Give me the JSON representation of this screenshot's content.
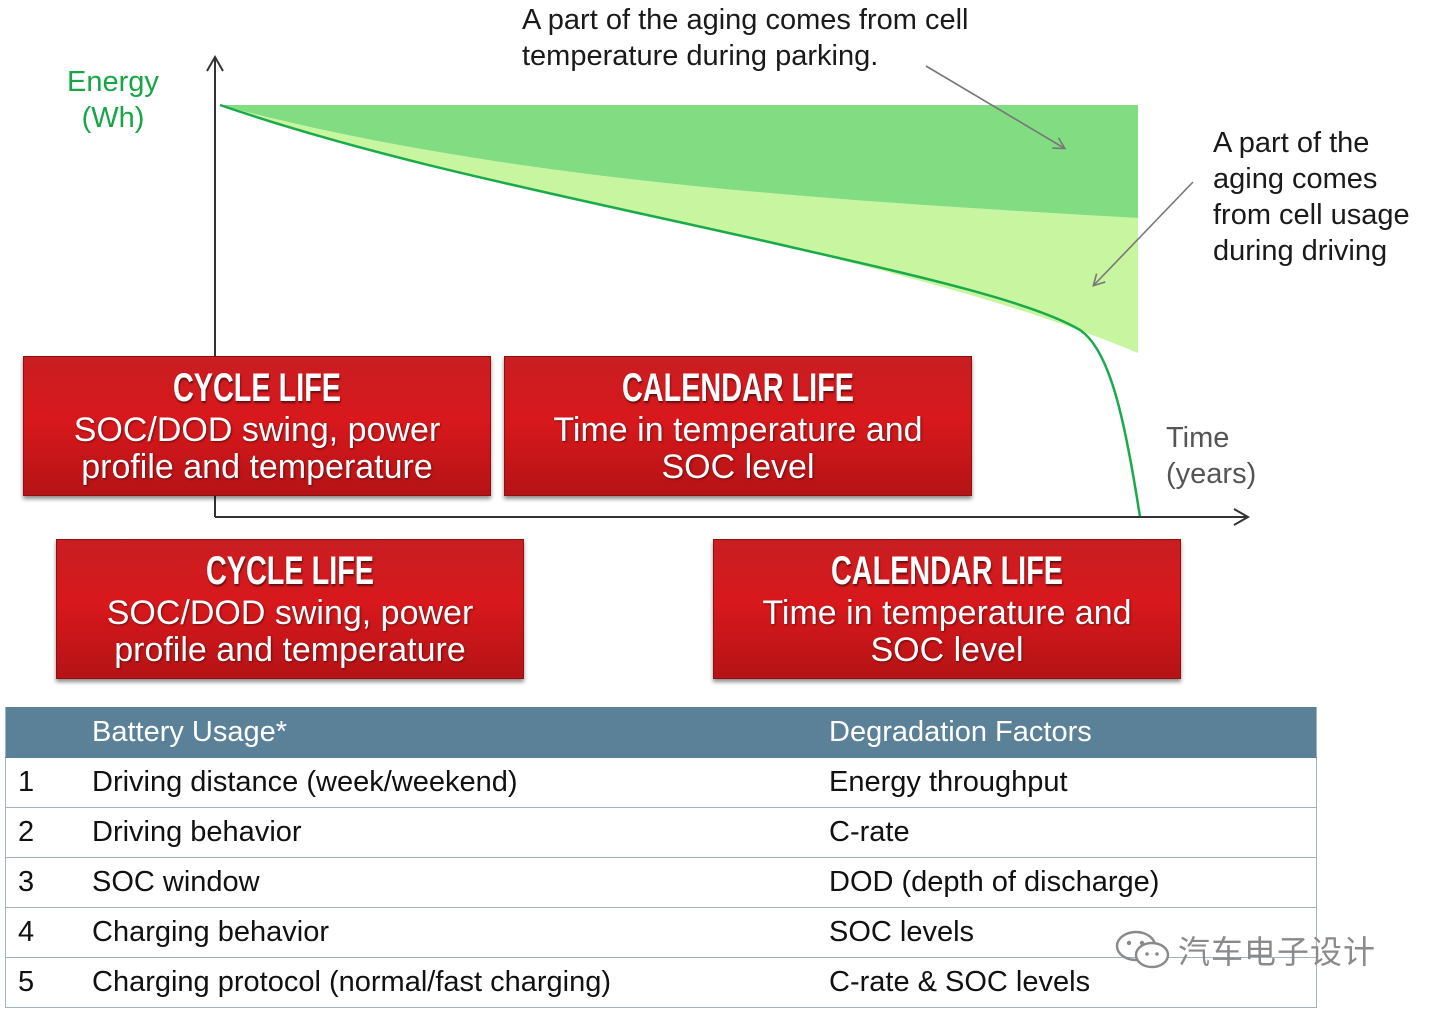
{
  "diagram": {
    "y_axis_label_line1": "Energy",
    "y_axis_label_line2": "(Wh)",
    "x_axis_label_line1": "Time",
    "x_axis_label_line2": "(years)",
    "annotation_parking_line1": "A part of the aging comes from cell",
    "annotation_parking_line2": "temperature during parking.",
    "annotation_driving_line1": "A part of the",
    "annotation_driving_line2": "aging comes",
    "annotation_driving_line3": "from cell usage",
    "annotation_driving_line4": "during driving",
    "colors": {
      "axis": "#333333",
      "energy_curve": "#1aaa4c",
      "parking_region": "#82dc82",
      "driving_region": "#c8f5a0",
      "life_box": "#d01a1e",
      "ylabel": "#17a646"
    }
  },
  "boxes": {
    "cycle_1": {
      "title": "CYCLE LIFE",
      "desc_line1": "SOC/DOD swing, power",
      "desc_line2": "profile and temperature"
    },
    "calendar_1": {
      "title": "CALENDAR LIFE",
      "desc_line1": "Time in temperature and",
      "desc_line2": "SOC level"
    },
    "cycle_2": {
      "title": "CYCLE LIFE",
      "desc_line1": "SOC/DOD swing, power",
      "desc_line2": "profile and temperature"
    },
    "calendar_2": {
      "title": "CALENDAR LIFE",
      "desc_line1": "Time in temperature and",
      "desc_line2": "SOC level"
    }
  },
  "table": {
    "header_num": "",
    "header_usage": "Battery Usage*",
    "header_factor": "Degradation Factors",
    "header_color": "#5b8198",
    "rows": [
      {
        "num": "1",
        "usage": "Driving distance (week/weekend)",
        "factor": "Energy throughput"
      },
      {
        "num": "2",
        "usage": "Driving behavior",
        "factor": "C-rate"
      },
      {
        "num": "3",
        "usage": "SOC window",
        "factor": "DOD (depth of discharge)"
      },
      {
        "num": "4",
        "usage": "Charging behavior",
        "factor": "SOC levels"
      },
      {
        "num": "5",
        "usage": "Charging protocol (normal/fast charging)",
        "factor": "C-rate & SOC levels"
      }
    ]
  },
  "watermark": {
    "text": "汽车电子设计",
    "icon": "wechat-icon"
  }
}
